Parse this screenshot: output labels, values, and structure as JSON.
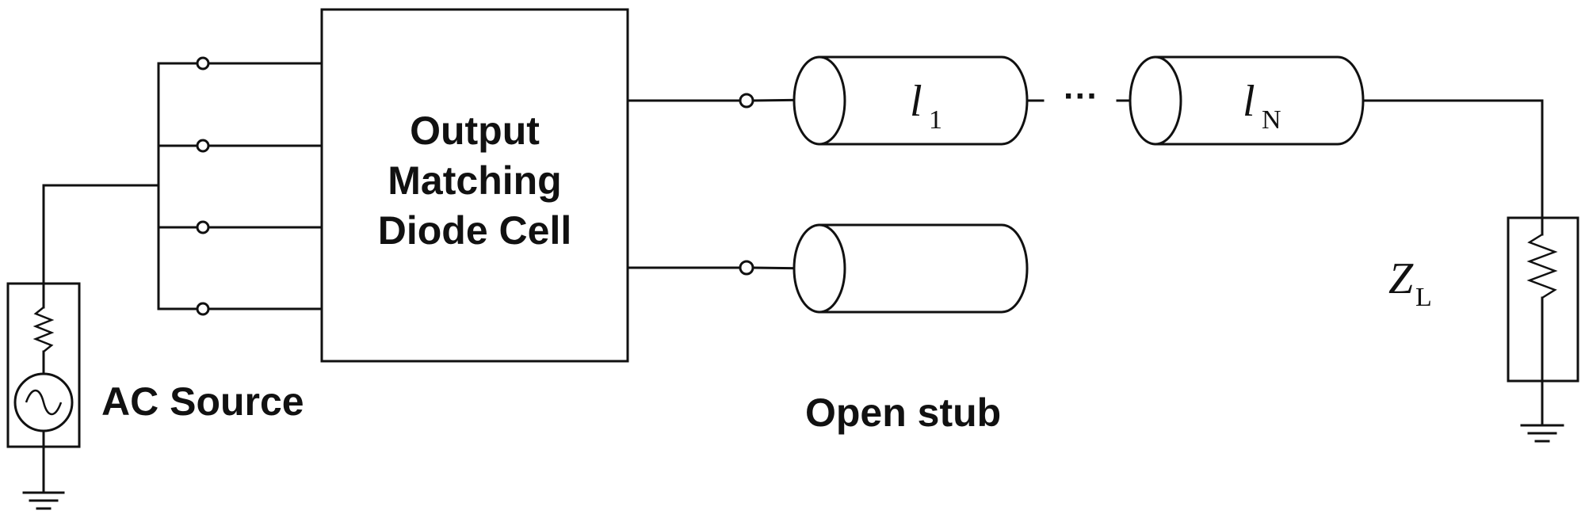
{
  "labels": {
    "block": [
      "Output",
      "Matching",
      "Diode Cell"
    ],
    "ac_source": "AC Source",
    "open_stub": "Open stub",
    "tl1_symbol": "l",
    "tl1_sub": "1",
    "tlN_symbol": "l",
    "tlN_sub": "N",
    "ellipsis": "···",
    "load_symbol": "Z",
    "load_sub": "L"
  },
  "input_ports": 4,
  "transmission_lines": [
    "l1",
    "lN"
  ],
  "components": [
    "ac-source",
    "source-resistor",
    "output-matching-diode-cell",
    "transmission-line-1",
    "transmission-line-N",
    "open-stub",
    "load-resistor",
    "ground"
  ]
}
